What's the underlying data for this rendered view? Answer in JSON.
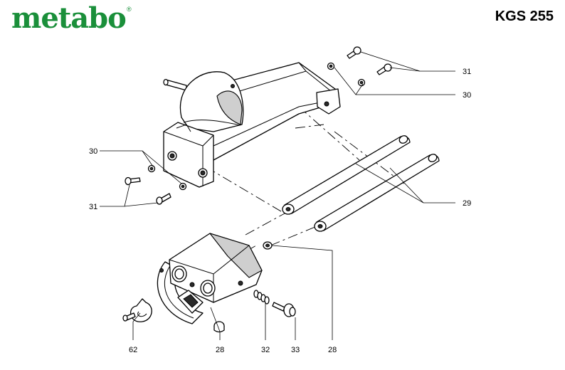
{
  "header": {
    "brand": "metabo",
    "brand_mark": "®",
    "brand_color": "#1a8f3a",
    "model": "KGS 255"
  },
  "callouts": {
    "c31_top": "31",
    "c30_top": "30",
    "c30_left": "30",
    "c31_left": "31",
    "c29": "29",
    "c62": "62",
    "c28_bottom": "28",
    "c32": "32",
    "c33": "33",
    "c28_right": "28"
  }
}
